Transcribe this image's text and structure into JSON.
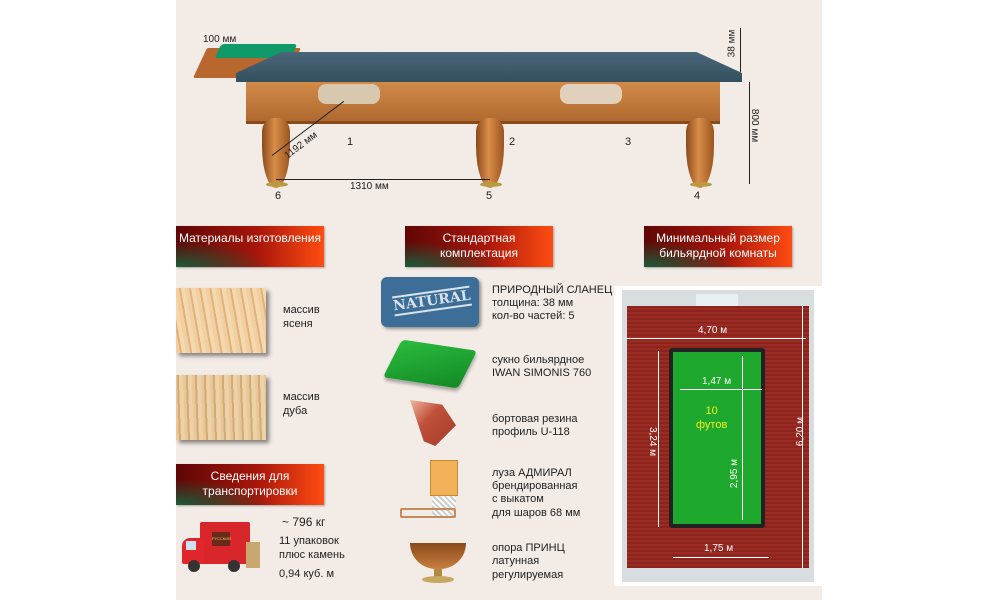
{
  "table_diagram": {
    "rail_width": "100 мм",
    "slate_thickness": "38 мм",
    "height": "800 мм",
    "leg_spacing_long": "1310 мм",
    "leg_spacing_diag": "1192 мм",
    "leg_numbers": [
      "1",
      "2",
      "3",
      "4",
      "5",
      "6"
    ]
  },
  "materials": {
    "header": "Материалы изготовления",
    "items": [
      {
        "label": "массив ясеня"
      },
      {
        "label": "массив дуба"
      }
    ]
  },
  "transport": {
    "header": "Сведения для транспортировки",
    "weight": "~ 796 кг",
    "packages": "11 упаковок",
    "packages_note": "плюс камень",
    "volume": "0,94 куб. м",
    "truck_logo": "РУССКИЙ"
  },
  "kit": {
    "header": "Стандартная комплектация",
    "items": [
      {
        "icon": "slate-icon",
        "badge": "NATURAL",
        "lines": [
          "ПРИРОДНЫЙ СЛАНЕЦ",
          "толщина: 38 мм",
          "кол-во частей: 5"
        ]
      },
      {
        "icon": "cloth-icon",
        "lines": [
          "сукно бильярдное",
          "IWAN SIMONIS 760"
        ]
      },
      {
        "icon": "rubber-cushion-icon",
        "lines": [
          "бортовая резина",
          "профиль U-118"
        ]
      },
      {
        "icon": "pocket-icon",
        "lines": [
          "луза АДМИРАЛ",
          "брендированная",
          "с выкатом",
          "для шаров 68 мм"
        ]
      },
      {
        "icon": "leg-support-icon",
        "lines": [
          "опора ПРИНЦ",
          "латунная",
          "регулируемая"
        ]
      }
    ]
  },
  "room": {
    "header": "Минимальный размер бильярдной комнаты",
    "width": "4,70 м",
    "length": "6,20 м",
    "table_outer_width": "1,75 м",
    "table_outer_length": "3,24 м",
    "play_width": "1,47 м",
    "play_length": "2,95 м",
    "table_size": "10",
    "table_size_unit": "футов"
  },
  "colors": {
    "header_red": "#a8160a",
    "header_orange": "#ff4c12",
    "cloth": "#1fa82e",
    "floor": "#8c231c",
    "slate": "#3f5c6e",
    "wood": "#c47a3a"
  }
}
